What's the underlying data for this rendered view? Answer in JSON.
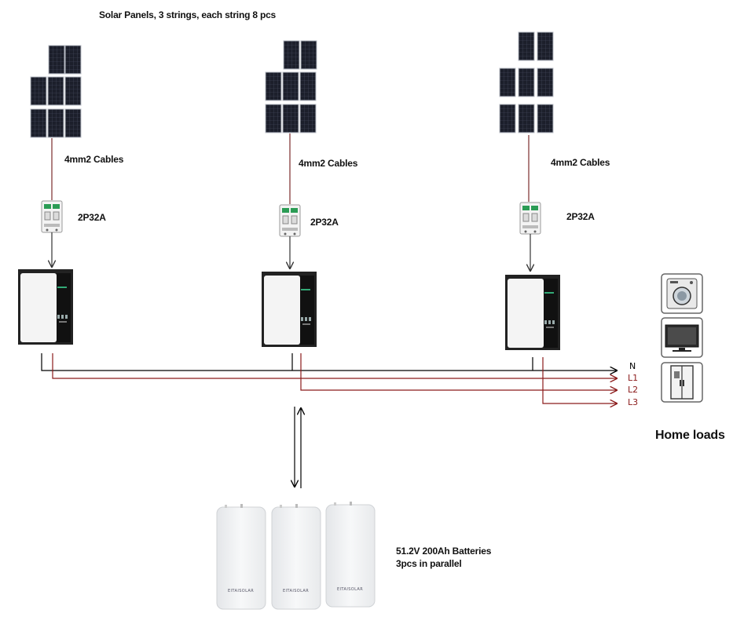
{
  "title": "Solar Panels, 3 strings, each string 8 pcs",
  "cable_labels": [
    "4mm2 Cables",
    "4mm2 Cables",
    "4mm2 Cables"
  ],
  "breaker_labels": [
    "2P32A",
    "2P32A",
    "2P32A"
  ],
  "output_lines": [
    "N",
    "L1",
    "L2",
    "L3"
  ],
  "home_loads_label": "Home loads",
  "battery_label_line1": "51.2V 200Ah Batteries",
  "battery_label_line2": "3pcs in parallel",
  "battery_brand": "EITAISOLAR",
  "colors": {
    "neutral": "#000000",
    "phase": "#8b1a1a",
    "panel": "#1c1f2b",
    "cell_grid": "#44485a"
  },
  "icons": [
    "solar-panel-icon",
    "breaker-icon",
    "inverter-icon",
    "washing-machine-icon",
    "tv-icon",
    "refrigerator-icon",
    "battery-icon"
  ]
}
